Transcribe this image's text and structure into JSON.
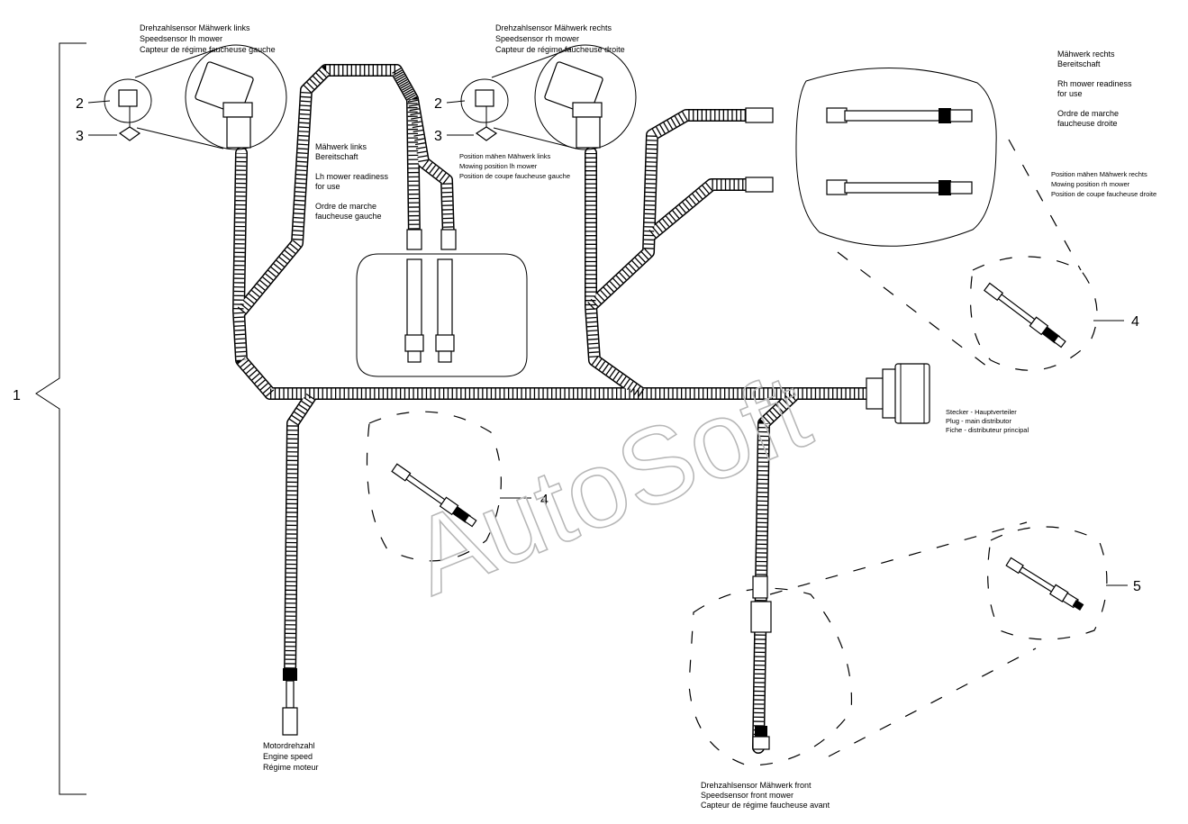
{
  "callouts": {
    "assembly": "1",
    "sensor_part": "2",
    "washer_part": "3",
    "sensor_lh_mower": "4",
    "sensor_rh_mower": "4",
    "sensor_front": "5"
  },
  "labels": {
    "speedsensor_lh": [
      "Drehzahlsensor Mähwerk links",
      "Speedsensor lh mower",
      "Capteur de régime faucheuse gauche"
    ],
    "speedsensor_rh": [
      "Drehzahlsensor Mähwerk rechts",
      "Speedsensor rh mower",
      "Capteur de régime faucheuse droite"
    ],
    "readiness_lh": [
      "Mähwerk links",
      "Bereitschaft",
      "",
      "Lh mower readiness",
      "for use",
      "",
      "Ordre de marche",
      "faucheuse gauche"
    ],
    "readiness_rh": [
      "Mähwerk rechts",
      "Bereitschaft",
      "",
      "Rh mower readiness",
      "for use",
      "",
      "Ordre de marche",
      "faucheuse droite"
    ],
    "position_lh": [
      "Position mähen Mähwerk links",
      "Mowing position lh mower",
      "Position de coupe faucheuse gauche"
    ],
    "position_rh": [
      "Position mähen Mähwerk rechts",
      "Mowing position rh mower",
      "Position de coupe faucheuse droite"
    ],
    "main_plug": [
      "Stecker - Hauptverteiler",
      "Plug - main distributor",
      "Fiche - distributeur principal"
    ],
    "engine_speed": [
      "Motordrehzahl",
      "Engine speed",
      "Régime moteur"
    ],
    "speedsensor_front": [
      "Drehzahlsensor Mähwerk front",
      "Speedsensor front mower",
      "Capteur de régime faucheuse avant"
    ]
  },
  "watermark": "AutoSoft",
  "colors": {
    "ink": "#000000",
    "paper": "#ffffff",
    "watermark": "#b8b8b8"
  }
}
